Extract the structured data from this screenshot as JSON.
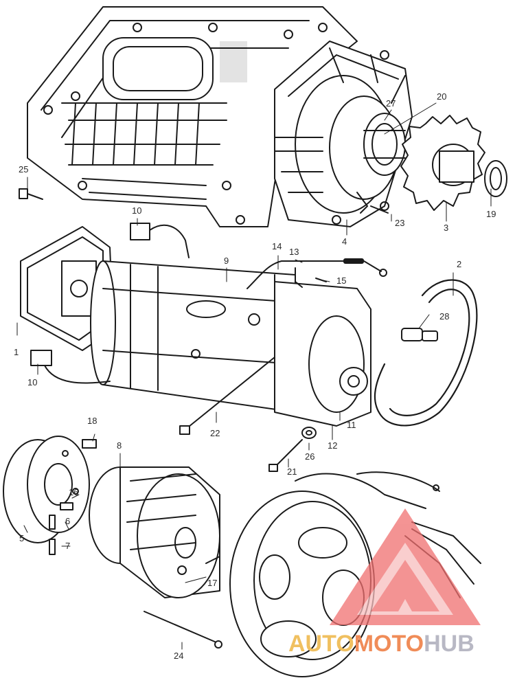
{
  "callouts": {
    "p1": "1",
    "p2": "2",
    "p3": "3",
    "p4": "4",
    "p5": "5",
    "p6": "6",
    "p7": "7",
    "p8": "8",
    "p9": "9",
    "p10a": "10",
    "p10b": "10",
    "p11": "11",
    "p12": "12",
    "p13": "13",
    "p14": "14",
    "p15": "15",
    "p16": "16",
    "p17": "17",
    "p18": "18",
    "p19": "19",
    "p20": "20",
    "p21": "21",
    "p22": "22",
    "p23": "23",
    "p24": "24",
    "p25": "25",
    "p26": "26",
    "p27": "27",
    "p28": "28"
  },
  "watermark": {
    "part1": "AUTO",
    "part2": "MOTO",
    "part3": "HUB",
    "colors": {
      "auto": "#f0c060",
      "moto": "#f08c58",
      "hub": "#b8b8c4",
      "logo": "#f07070"
    }
  }
}
